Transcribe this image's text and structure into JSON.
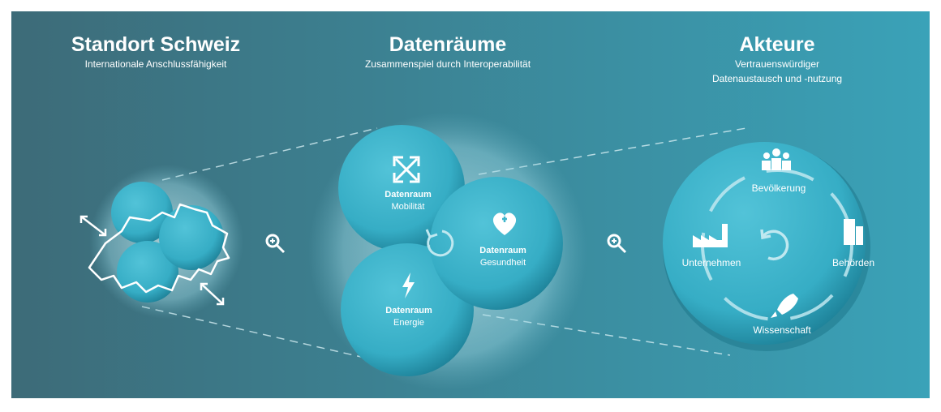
{
  "sections": [
    {
      "title": "Standort Schweiz",
      "subtitle_lines": [
        "Internationale Anschlussfähigkeit"
      ]
    },
    {
      "title": "Datenräume",
      "subtitle_lines": [
        "Zusammenspiel durch Interoperabilität"
      ]
    },
    {
      "title": "Akteure",
      "subtitle_lines": [
        "Vertrauenswürdiger",
        "Datenaustausch und -nutzung"
      ]
    }
  ],
  "dataspaces": [
    {
      "label": "Datenraum",
      "sub": "Mobilität",
      "icon": "arrows-expand-icon"
    },
    {
      "label": "Datenraum",
      "sub": "Gesundheit",
      "icon": "heart-plus-icon"
    },
    {
      "label": "Datenraum",
      "sub": "Energie",
      "icon": "lightning-icon"
    }
  ],
  "actors": [
    {
      "label": "Bevölkerung",
      "icon": "people-icon"
    },
    {
      "label": "Behörden",
      "icon": "building-icon"
    },
    {
      "label": "Wissenschaft",
      "icon": "rocket-icon"
    },
    {
      "label": "Unternehmen",
      "icon": "factory-icon"
    }
  ],
  "colors": {
    "bg_left": "#3d6b78",
    "bg_right": "#3aa2b8",
    "bubble": "#3fb6cc",
    "bubble_dark": "#1e8ea6"
  }
}
